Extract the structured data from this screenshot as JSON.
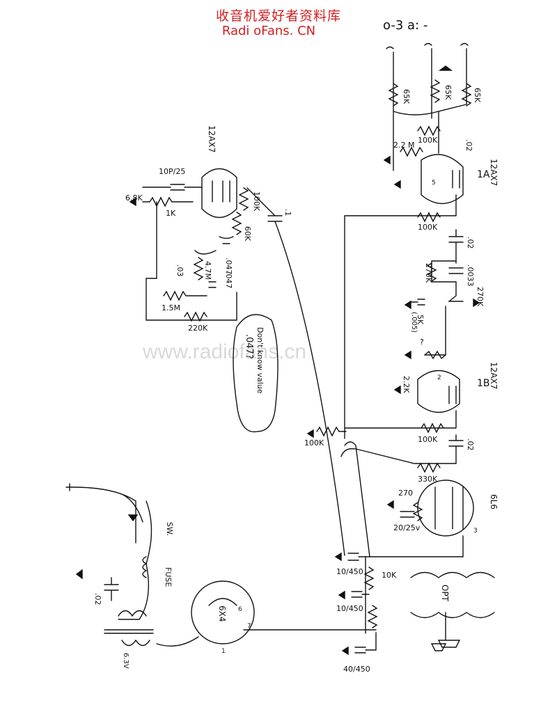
{
  "header": {
    "title_cn": "收音机爱好者资料库",
    "site": "Radi oFans. CN"
  },
  "watermark": "www.radiofans.cn",
  "top_right_note": "o-3 a: -",
  "tubes": {
    "v1_type": "12AX7",
    "v1a_label": "1A",
    "v1b_label": "1B",
    "v2_type": "12AX7",
    "v2_type_b": "12AX7",
    "power_tube": "6L6",
    "rectifier": "6X4"
  },
  "components": {
    "r_65k_1": "65K",
    "r_65k_2": "65K",
    "r_65k_3": "65K",
    "r_100k_plate": "100K",
    "r_2_2m": "2.2 M",
    "c_02_top": ".02",
    "r_100k_mid": "100K",
    "c_02_mid": ".02",
    "c_0033": ".0033",
    "r_270k": "270K",
    "r_270k_pot": "270K",
    "r_5k": "5K",
    "c_005": "(.005)",
    "q_mark": "?",
    "r_2_2k": "2.2K",
    "r_100k_b": "100K",
    "c_02_b": ".02",
    "r_330k": "330K",
    "r_270": "270",
    "c_20_25": "20/25v",
    "r_100k_left": "100K",
    "c_10_450_1": "10/450",
    "r_10k": "10K",
    "c_10_450_2": "10/450",
    "c_40_450": "40/450",
    "opt": "OPT",
    "fuse": "FUSE",
    "sw": "SW.",
    "c_02_line": ".02",
    "fil_6_3v": "6.3V",
    "c_10p_25": "10P/25",
    "r_6_8k": "6.8K",
    "r_1k": "1K",
    "r_100k_trem": "100K",
    "r_60k": "60K",
    "c_047_a": ".047",
    "c_047_b": ".047",
    "r_4_7m": "4.7M",
    "c_03": ".03",
    "r_1_5m": "1.5M",
    "r_220k": "220K",
    "c_1": ".1",
    "pin_5": "5",
    "pin_3": "3",
    "pin_6": "6",
    "pin_7": "7",
    "pin_1": "1",
    "pin_2": "2"
  },
  "note_bubble": {
    "line1": "Don't know value",
    "line2": ".047?"
  }
}
